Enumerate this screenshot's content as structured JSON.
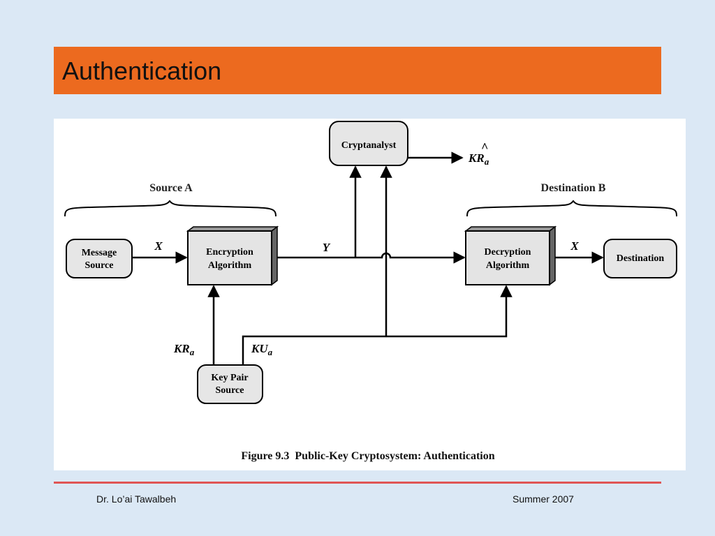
{
  "slide": {
    "title": "Authentication",
    "footer_left": "Dr. Lo’ai Tawalbeh",
    "footer_right": "Summer 2007"
  },
  "diagram": {
    "caption": "Figure 9.3  Public-Key Cryptosystem: Authentication",
    "groups": {
      "source": "Source A",
      "destination": "Destination B"
    },
    "nodes": {
      "message_source": [
        "Message",
        "Source"
      ],
      "encryption": [
        "Encryption",
        "Algorithm"
      ],
      "decryption": [
        "Decryption",
        "Algorithm"
      ],
      "destination": "Destination",
      "cryptanalyst": "Cryptanalyst",
      "key_pair": [
        "Key Pair",
        "Source"
      ]
    },
    "labels": {
      "x_in": "X",
      "y": "Y",
      "x_out": "X",
      "kr_base": "KR",
      "kr_sub": "a",
      "ku_base": "KU",
      "ku_sub": "a",
      "kr_hat_base": "KR",
      "kr_hat_sub": "a",
      "kr_hat_mark": "^"
    }
  }
}
